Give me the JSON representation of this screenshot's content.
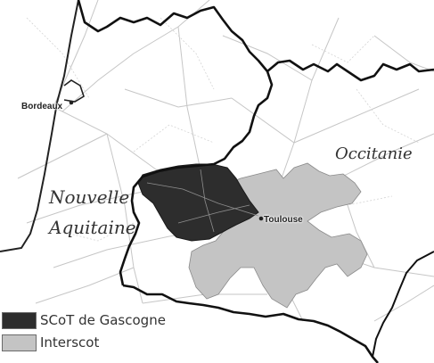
{
  "regions": {
    "nouvelle_aquitaine_line1": "Nouvelle",
    "nouvelle_aquitaine_line2": "Aquitaine",
    "occitanie": "Occitanie"
  },
  "cities": {
    "bordeaux": "Bordeaux",
    "toulouse": "Toulouse"
  },
  "legend": {
    "items": [
      {
        "label": "SCoT de Gascogne",
        "color": "#2d2d2d"
      },
      {
        "label": "Interscot",
        "color": "#c4c4c4"
      }
    ]
  },
  "colors": {
    "scot_fill": "#2d2d2d",
    "interscot_fill": "#c4c4c4",
    "border": "#1a1a1a",
    "roads": "#bdbdbd",
    "background": "#ffffff"
  }
}
